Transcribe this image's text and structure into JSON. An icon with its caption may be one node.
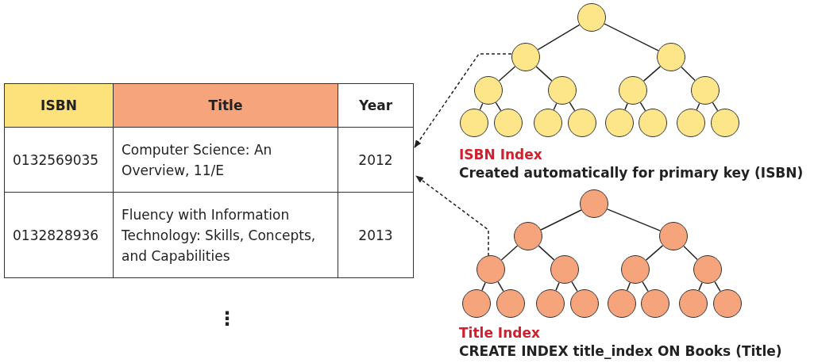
{
  "diagram": {
    "nodes": [
      {
        "text": [],
        "shape": "table"
      },
      {
        "text": [],
        "shape": "circle"
      },
      {
        "text": [],
        "shape": "circle"
      },
      {
        "text": [],
        "shape": "circle"
      },
      {
        "text": [],
        "shape": "circle"
      },
      {
        "text": [],
        "shape": "circle"
      },
      {
        "text": [],
        "shape": "circle"
      },
      {
        "text": [],
        "shape": "circle"
      },
      {
        "text": [],
        "shape": "circle"
      },
      {
        "text": [],
        "shape": "circle"
      },
      {
        "text": [],
        "shape": "circle"
      },
      {
        "text": [],
        "shape": "circle"
      },
      {
        "text": [],
        "shape": "circle"
      },
      {
        "text": [],
        "shape": "circle"
      },
      {
        "text": [],
        "shape": "circle"
      },
      {
        "text": [],
        "shape": "circle"
      },
      {
        "text": [],
        "shape": "circle"
      },
      {
        "text": [],
        "shape": "circle"
      },
      {
        "text": [],
        "shape": "circle"
      },
      {
        "text": [],
        "shape": "circle"
      },
      {
        "text": [],
        "shape": "circle"
      },
      {
        "text": [],
        "shape": "circle"
      },
      {
        "text": [],
        "shape": "circle"
      },
      {
        "text": [],
        "shape": "circle"
      },
      {
        "text": [],
        "shape": "circle"
      },
      {
        "text": [],
        "shape": "circle"
      },
      {
        "text": [],
        "shape": "circle"
      },
      {
        "text": [],
        "shape": "circle"
      },
      {
        "text": [],
        "shape": "circle"
      },
      {
        "text": [],
        "shape": "circle"
      },
      {
        "text": [],
        "shape": "circle"
      }
    ],
    "edges": [
      {
        "from": 1,
        "to": 2,
        "arrow": "none"
      },
      {
        "from": 1,
        "to": 3,
        "arrow": "none"
      },
      {
        "from": 2,
        "to": 4,
        "arrow": "none"
      },
      {
        "from": 2,
        "to": 5,
        "arrow": "none"
      },
      {
        "from": 3,
        "to": 6,
        "arrow": "none"
      },
      {
        "from": 3,
        "to": 7,
        "arrow": "none"
      },
      {
        "from": 4,
        "to": 8,
        "arrow": "none"
      },
      {
        "from": 4,
        "to": 9,
        "arrow": "none"
      },
      {
        "from": 5,
        "to": 10,
        "arrow": "none"
      },
      {
        "from": 5,
        "to": 11,
        "arrow": "none"
      },
      {
        "from": 6,
        "to": 12,
        "arrow": "none"
      },
      {
        "from": 6,
        "to": 13,
        "arrow": "none"
      },
      {
        "from": 7,
        "to": 14,
        "arrow": "none"
      },
      {
        "from": 7,
        "to": 15,
        "arrow": "none"
      },
      {
        "from": 2,
        "to": 0,
        "arrow": "to",
        "style": "dashed"
      },
      {
        "from": 16,
        "to": 17,
        "arrow": "none"
      },
      {
        "from": 16,
        "to": 18,
        "arrow": "none"
      },
      {
        "from": 17,
        "to": 19,
        "arrow": "none"
      },
      {
        "from": 17,
        "to": 20,
        "arrow": "none"
      },
      {
        "from": 18,
        "to": 21,
        "arrow": "none"
      },
      {
        "from": 18,
        "to": 22,
        "arrow": "none"
      },
      {
        "from": 19,
        "to": 23,
        "arrow": "none"
      },
      {
        "from": 19,
        "to": 24,
        "arrow": "none"
      },
      {
        "from": 20,
        "to": 25,
        "arrow": "none"
      },
      {
        "from": 20,
        "to": 26,
        "arrow": "none"
      },
      {
        "from": 21,
        "to": 27,
        "arrow": "none"
      },
      {
        "from": 21,
        "to": 28,
        "arrow": "none"
      },
      {
        "from": 22,
        "to": 29,
        "arrow": "none"
      },
      {
        "from": 22,
        "to": 30,
        "arrow": "none"
      },
      {
        "from": 19,
        "to": 0,
        "arrow": "to",
        "style": "dashed"
      }
    ],
    "labels": [
      "ISBN",
      "Title",
      "Year",
      "0132569035",
      "Computer Science: An Overview, 11/E",
      "2012",
      "0132828936",
      "Fluency with Information Technology: Skills, Concepts, and Capabilities",
      "2013",
      "⋮",
      "ISBN Index",
      "Created automatically for primary key (ISBN)",
      "Title Index",
      "CREATE INDEX title_index ON Books (Title)"
    ]
  }
}
